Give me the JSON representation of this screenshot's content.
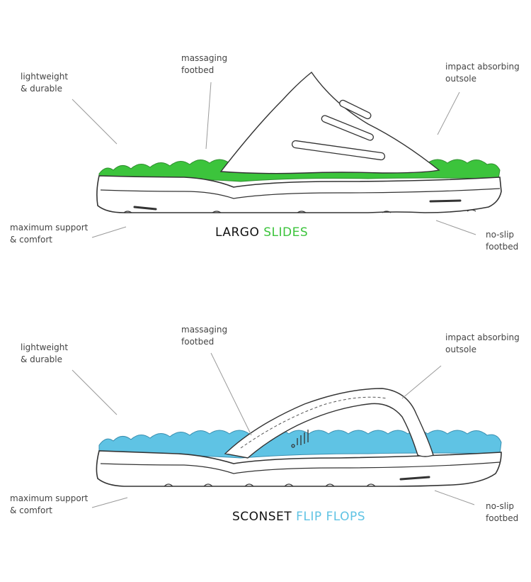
{
  "colors": {
    "slide_accent": "#3cc43c",
    "flipflop_accent": "#5fc3e4",
    "line": "#333333",
    "leader": "#9a9a9a"
  },
  "slides": {
    "title_part1": "LARGO",
    "title_part2": "SLIDES",
    "callouts": {
      "lightweight": "lightweight\n& durable",
      "massaging": "massaging\nfootbed",
      "impact": "impact absorbing\noutsole",
      "support": "maximum support\n& comfort",
      "noslip": "no-slip\nfootbed"
    }
  },
  "flipflops": {
    "title_part1": "SCONSET",
    "title_part2": "FLIP FLOPS",
    "callouts": {
      "lightweight": "lightweight\n& durable",
      "massaging": "massaging\nfootbed",
      "impact": "impact absorbing\noutsole",
      "support": "maximum support\n& comfort",
      "noslip": "no-slip\nfootbed"
    }
  }
}
